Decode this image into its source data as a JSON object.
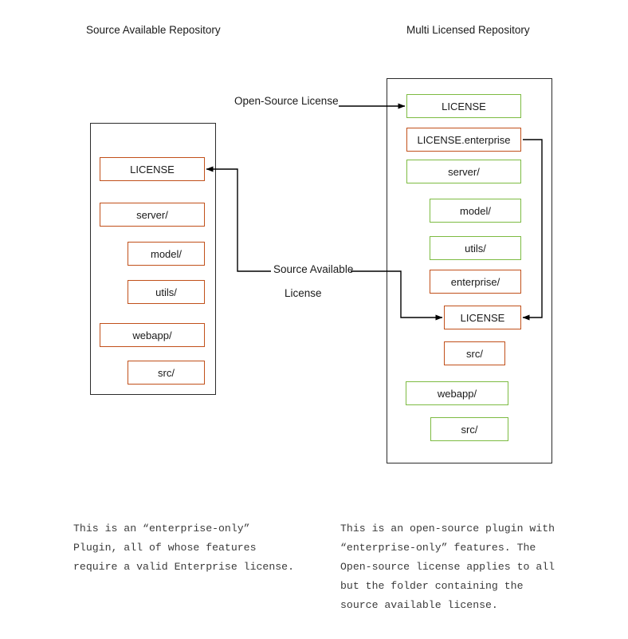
{
  "colors": {
    "enterprise_border": "#C1501A",
    "opensource_border": "#7DBB42",
    "box_border": "#2b2b2b",
    "arrow": "#000000",
    "text": "#1a1a1a",
    "caption_text": "#3b3b3b"
  },
  "left_repo": {
    "title": "Source Available Repository",
    "items": [
      {
        "label": "LICENSE",
        "license": "enterprise"
      },
      {
        "label": "server/",
        "license": "enterprise"
      },
      {
        "label": "model/",
        "license": "enterprise"
      },
      {
        "label": "utils/",
        "license": "enterprise"
      },
      {
        "label": "webapp/",
        "license": "enterprise"
      },
      {
        "label": "src/",
        "license": "enterprise"
      }
    ],
    "caption": "This is an “enterprise-only”\nPlugin, all of whose features\nrequire a valid Enterprise license."
  },
  "right_repo": {
    "title": "Multi Licensed Repository",
    "items": [
      {
        "label": "LICENSE",
        "license": "open-source"
      },
      {
        "label": "LICENSE.enterprise",
        "license": "enterprise"
      },
      {
        "label": "server/",
        "license": "open-source"
      },
      {
        "label": "model/",
        "license": "open-source"
      },
      {
        "label": "utils/",
        "license": "open-source"
      },
      {
        "label": "enterprise/",
        "license": "enterprise"
      },
      {
        "label": "LICENSE",
        "license": "enterprise"
      },
      {
        "label": "src/",
        "license": "enterprise"
      },
      {
        "label": "webapp/",
        "license": "open-source"
      },
      {
        "label": "src/",
        "license": "open-source"
      }
    ],
    "caption": "This is an open-source plugin with\n“enterprise-only” features. The\nOpen-source license applies to all\nbut the folder containing the\nsource available license."
  },
  "edges": {
    "open_source_license_label": "Open-Source License",
    "source_available_label_line1": "Source Available",
    "source_available_label_line2": "License"
  }
}
